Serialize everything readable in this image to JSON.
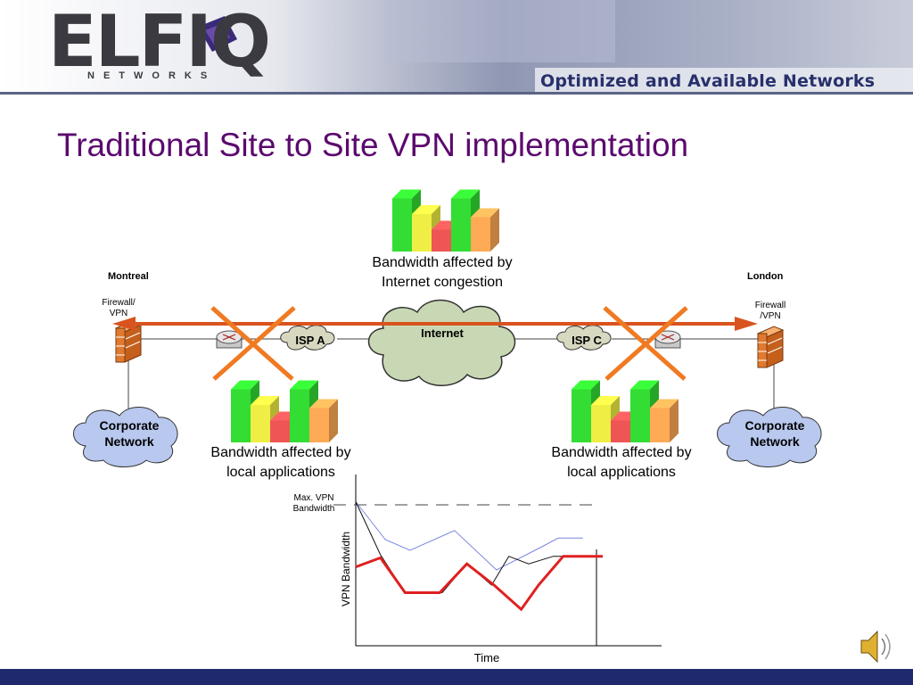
{
  "header": {
    "logo_text": "ELFIQ",
    "logo_subtext": "NETWORKS",
    "tagline": "Optimized and Available Networks"
  },
  "slide": {
    "title": "Traditional Site to Site VPN implementation"
  },
  "diagram": {
    "left_site": {
      "city": "Montreal",
      "firewall_label": "Firewall/\nVPN",
      "network_label": "Corporate\nNetwork"
    },
    "right_site": {
      "city": "London",
      "firewall_label": "Firewall\n/VPN",
      "network_label": "Corporate\nNetwork"
    },
    "isp_left": "ISP A",
    "isp_right": "ISP C",
    "internet_label": "Internet",
    "caption_top": "Bandwidth affected by\nInternet congestion",
    "caption_left": "Bandwidth affected by\nlocal applications",
    "caption_right": "Bandwidth affected by\nlocal applications",
    "bar_colors": [
      "#33dd33",
      "#eeee44",
      "#ee5555",
      "#33dd33",
      "#ffaa55"
    ],
    "bar_levels": [
      0.85,
      0.6,
      0.35,
      0.85,
      0.55
    ]
  },
  "chart_data": {
    "type": "line",
    "title": "",
    "xlabel": "Time",
    "ylabel": "VPN Bandwidth",
    "annotation": "Max. VPN\nBandwidth",
    "ylim": [
      0,
      100
    ],
    "xlim": [
      0,
      100
    ],
    "max_line": 95,
    "series": [
      {
        "x": [
          0,
          12,
          22,
          40,
          57,
          75,
          82,
          92
        ],
        "y": [
          95,
          70,
          63,
          76,
          50,
          65,
          71,
          71
        ]
      },
      {
        "x": [
          0,
          10,
          20,
          35,
          45,
          55,
          62,
          70,
          80,
          100
        ],
        "y": [
          95,
          60,
          35,
          35,
          54,
          40,
          59,
          54,
          59,
          59
        ]
      },
      {
        "x": [
          0,
          10,
          20,
          34,
          45,
          56,
          67,
          74,
          84,
          100
        ],
        "y": [
          52,
          58,
          35,
          35,
          54,
          40,
          24,
          40,
          59,
          59
        ]
      }
    ]
  }
}
